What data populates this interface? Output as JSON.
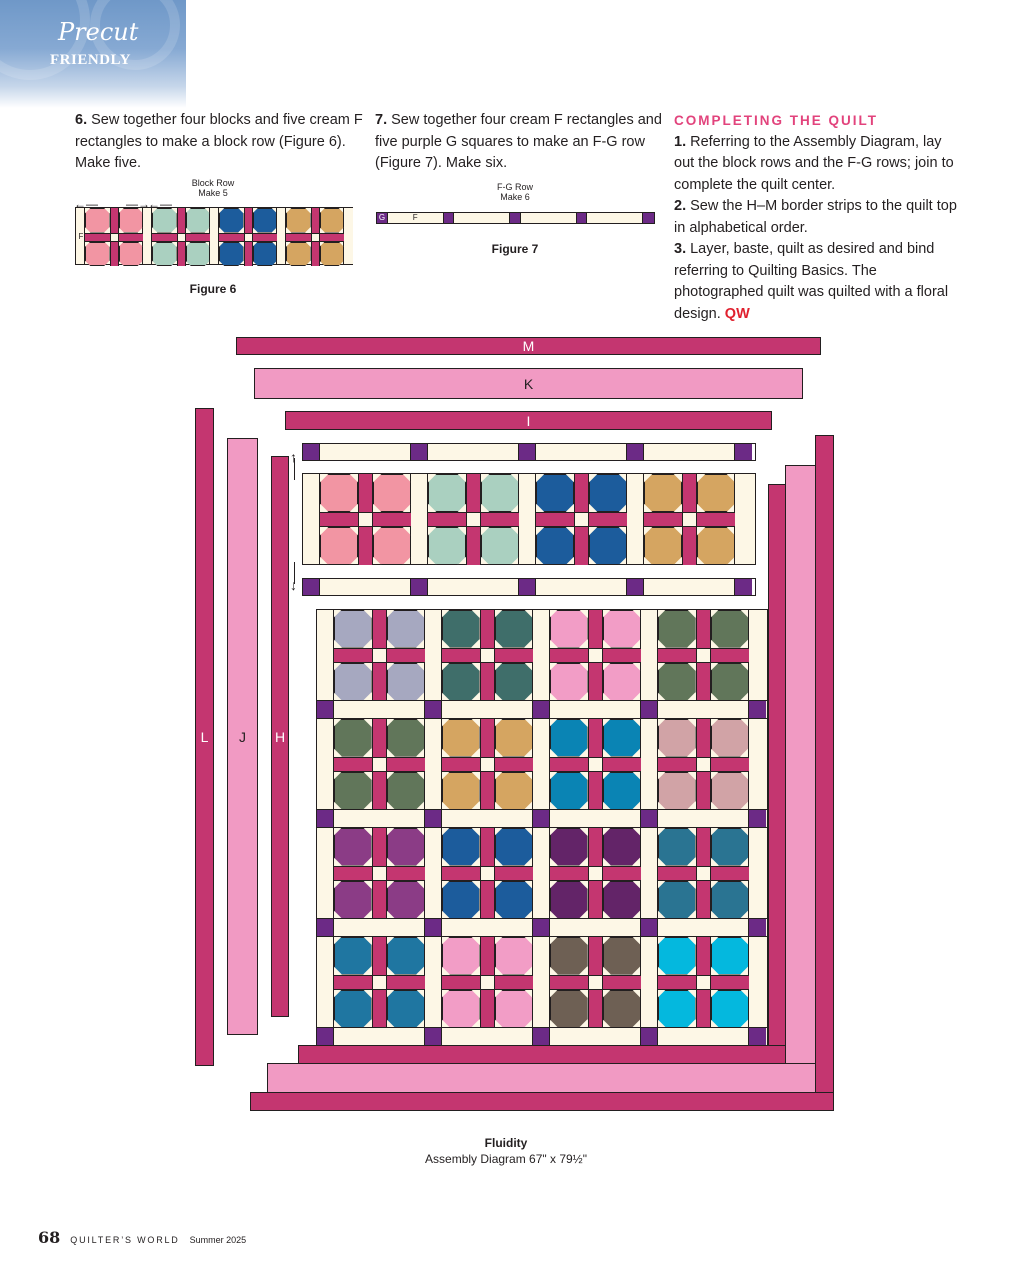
{
  "header": {
    "script_text": "Precut",
    "badge_text": "FRIENDLY"
  },
  "step6": {
    "number": "6.",
    "text": " Sew together four blocks and five cream F rectangles to make a block row (Figure 6). Make five.",
    "figure": {
      "label_line1": "Block Row",
      "label_line2": "Make 5",
      "piece_label": "F",
      "caption": "Figure 6",
      "block_colors": [
        "#f295a3",
        "#aad0c0",
        "#1c5c9c",
        "#d5a561"
      ]
    }
  },
  "step7": {
    "number": "7.",
    "text": " Sew together four cream F rectangles and five purple G squares to make an F-G row (Figure 7). Make six.",
    "figure": {
      "label_line1": "F-G Row",
      "label_line2": "Make 6",
      "g_label": "G",
      "f_label": "F",
      "caption": "Figure 7"
    }
  },
  "completing": {
    "heading": "COMPLETING THE QUILT",
    "steps": [
      {
        "number": "1.",
        "text": " Referring to the Assembly Diagram, lay out the block rows and the F-G rows; join to complete the quilt center."
      },
      {
        "number": "2.",
        "text": " Sew the H–M border strips to the quilt top in alphabetical order."
      },
      {
        "number": "3.",
        "text": " Layer, baste, quilt as desired and bind referring to Quilting Basics. The photographed quilt was quilted with a floral design. "
      }
    ],
    "end_mark": "QW"
  },
  "assembly": {
    "strip_labels": {
      "M": "M",
      "K": "K",
      "I": "I",
      "L": "L",
      "J": "J",
      "H": "H"
    },
    "colors": {
      "dark_pink": "#c43670",
      "light_pink": "#f19ac3",
      "cream": "#fdf7e6",
      "purple": "#6c2a86"
    },
    "separated_row_colors": [
      "#f295a3",
      "#aad0c0",
      "#1c5c9c",
      "#d5a561"
    ],
    "block_rows": [
      [
        "#a6a8c0",
        "#3f6e6a",
        "#f29dc6",
        "#61765a"
      ],
      [
        "#61765a",
        "#d5a561",
        "#0a84b4",
        "#d1a3a6"
      ],
      [
        "#8b3c86",
        "#1c5c9c",
        "#632468",
        "#2a7492"
      ],
      [
        "#1f76a1",
        "#f29dc6",
        "#6e6054",
        "#04b8de"
      ]
    ],
    "title": "Fluidity",
    "subtitle": "Assembly Diagram 67\" x 79½\""
  },
  "footer": {
    "page_number": "68",
    "magazine": "QUILTER’S WORLD",
    "issue": "Summer 2025"
  }
}
